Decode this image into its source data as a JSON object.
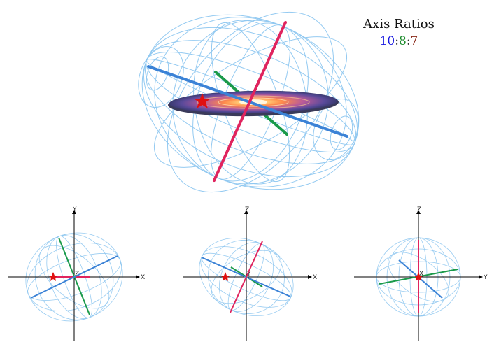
{
  "legend": {
    "title": "Axis Ratios",
    "ratio_a": "10",
    "sep1": ":",
    "ratio_b": "8",
    "sep2": ":",
    "ratio_c": "7"
  },
  "colors": {
    "major_axis": "#3b82d6",
    "middle_axis": "#1a9a4a",
    "minor_axis": "#e0245e",
    "ratio_a": "#1515e0",
    "ratio_b": "#1a8a2a",
    "ratio_c": "#8a2a1a",
    "star": "#e01010",
    "wireframe": "#8ec7f0"
  },
  "projections": [
    {
      "horizontal_label": "X",
      "vertical_label": "Y",
      "center_label": "Z"
    },
    {
      "horizontal_label": "X",
      "vertical_label": "Z",
      "center_label": "Y"
    },
    {
      "horizontal_label": "Y",
      "vertical_label": "Z",
      "center_label": "X"
    }
  ]
}
